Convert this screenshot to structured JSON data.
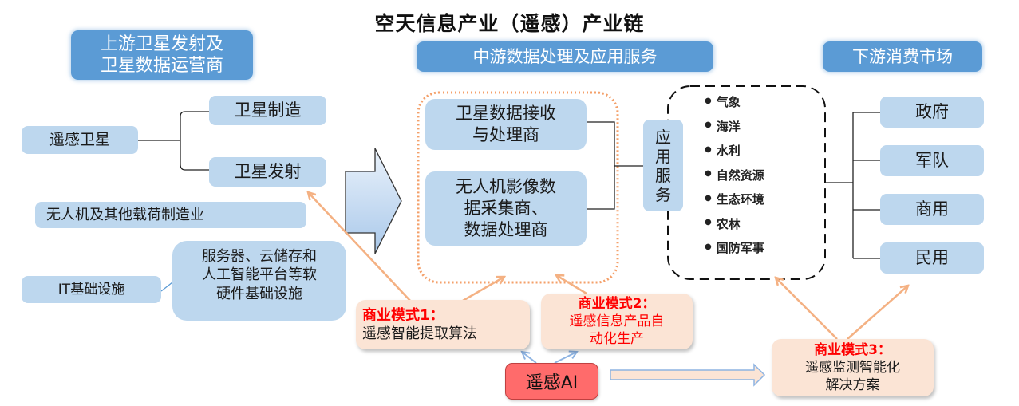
{
  "title": "空天信息产业（遥感）产业链",
  "headers": {
    "upstream": "上游卫星发射及\n卫星数据运营商",
    "midstream": "中游数据处理及应用服务",
    "downstream": "下游消费市场"
  },
  "upstream": {
    "remote_sensing_satellite": "遥感卫星",
    "satellite_manufacturing": "卫星制造",
    "satellite_launch": "卫星发射",
    "uav_manufacturing": "无人机及其他载荷制造业",
    "it_infrastructure": "IT基础设施",
    "it_detail": "服务器、云储存和\n人工智能平台等软\n硬件基础设施"
  },
  "midstream": {
    "satellite_data_processor": "卫星数据接收\n与处理商",
    "uav_data_processor": "无人机影像数\n据采集商、\n数据处理商",
    "application_services": "应\n用\n服\n务",
    "application_fields": [
      "气象",
      "海洋",
      "水利",
      "自然资源",
      "生态环境",
      "农林",
      "国防军事"
    ]
  },
  "downstream": {
    "markets": [
      "政府",
      "军队",
      "商用",
      "民用"
    ]
  },
  "business_models": [
    {
      "label": "商业模式1：",
      "desc": "遥感智能提取算法"
    },
    {
      "label": "商业模式2：",
      "desc": "遥感信息产品自\n动化生产"
    },
    {
      "label": "商业模式3：",
      "desc": "遥感监测智能化\n解决方案"
    }
  ],
  "ai_node": "遥感AI",
  "colors": {
    "header_blue": "#5b9bd5",
    "box_light_blue": "#bdd7ee",
    "model_box_peach": "#fbe4d5",
    "ai_red": "#ff6b6b",
    "accent_red_text": "#ff0000",
    "arrow_orange": "#f4b183",
    "dotted_orange": "#f4a06a"
  }
}
